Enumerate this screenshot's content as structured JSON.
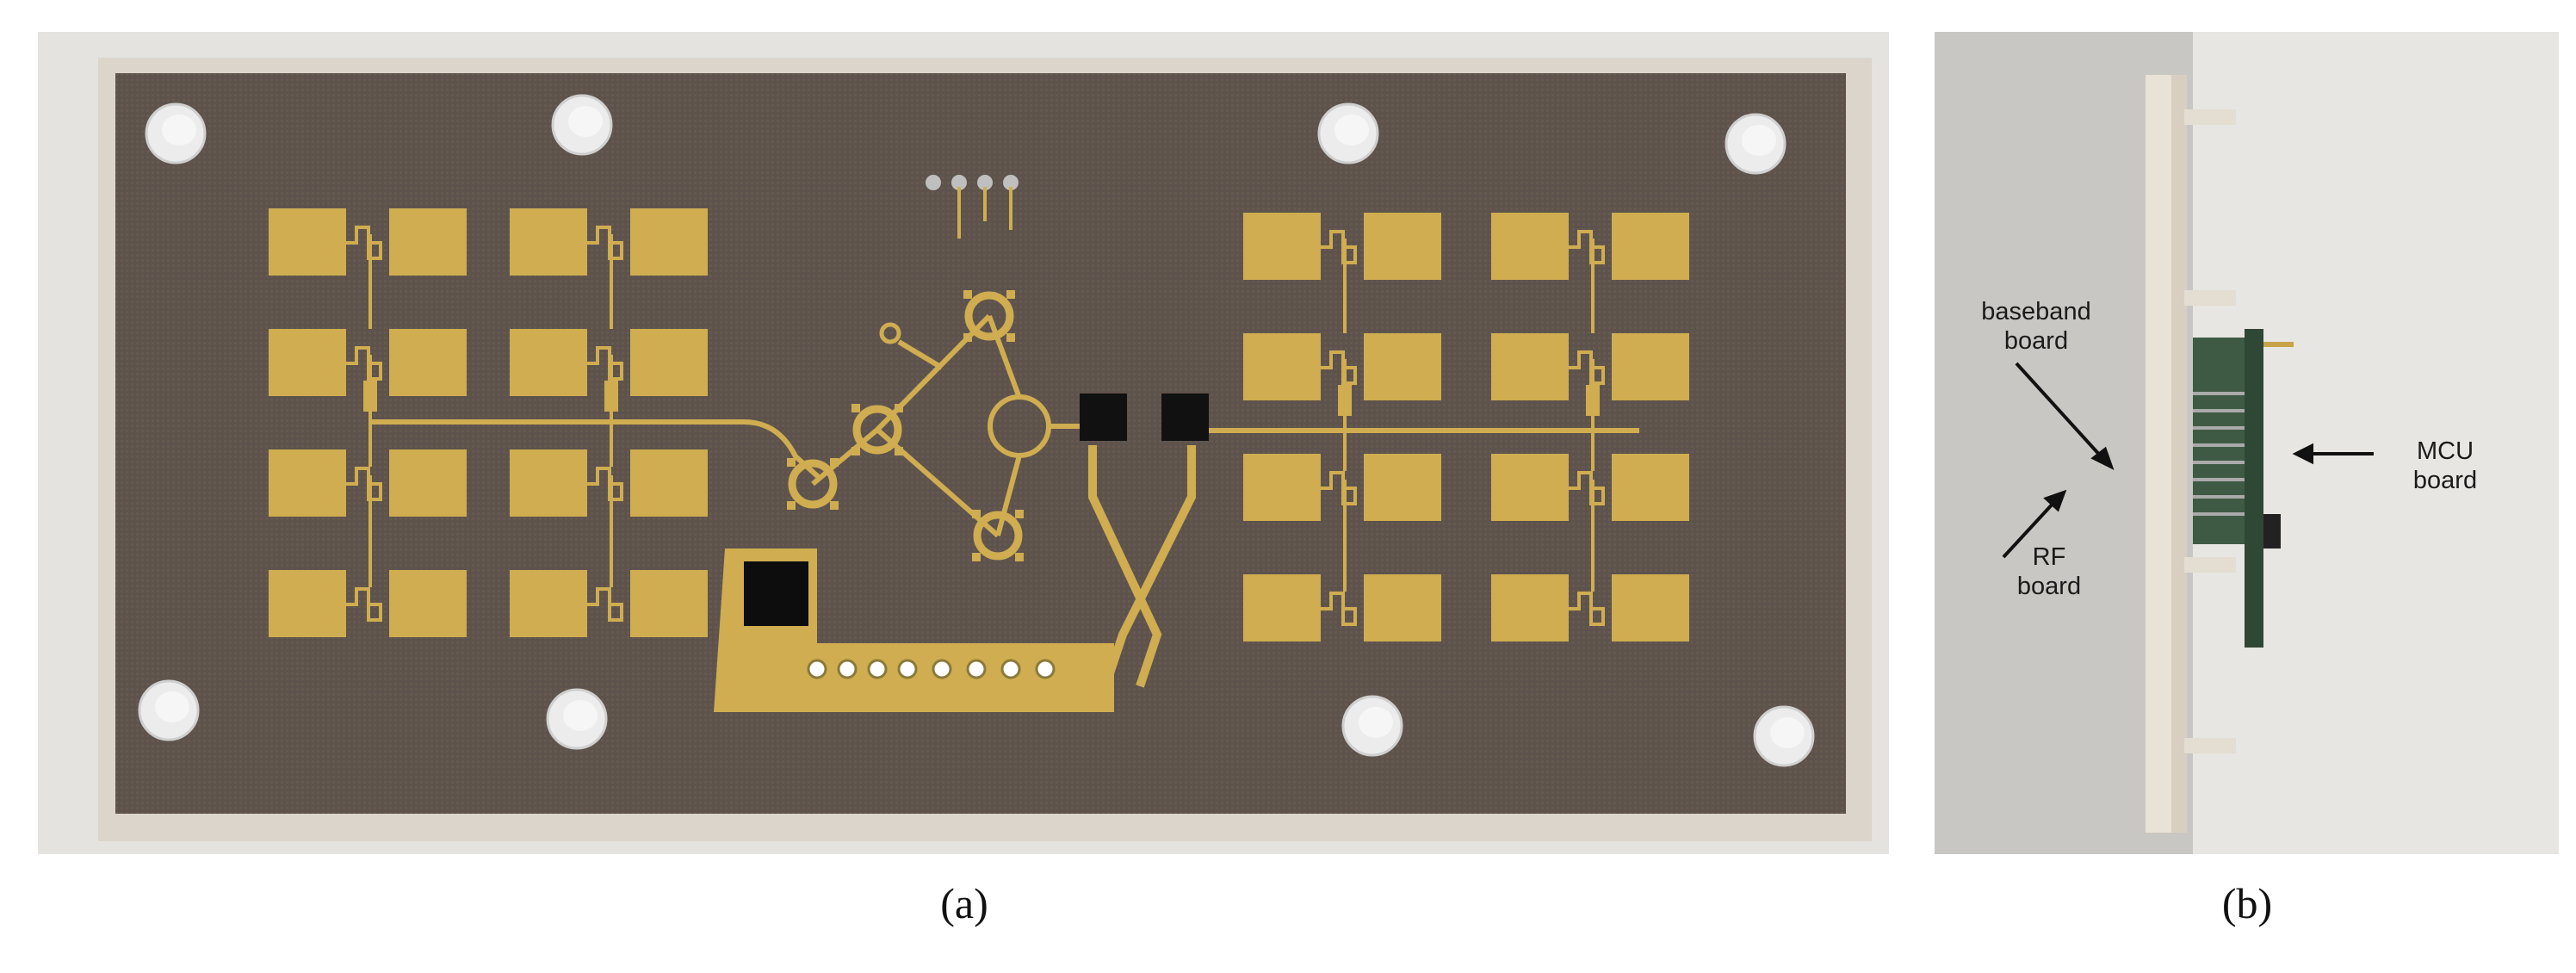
{
  "captions": {
    "a": "(a)",
    "b": "(b)"
  },
  "annotations": {
    "baseband": {
      "line1": "baseband",
      "line2": "board"
    },
    "mcu": {
      "line1": "MCU",
      "line2": "board"
    },
    "rf": {
      "line1": "RF",
      "line2": "board"
    }
  },
  "colors": {
    "substrate": "#5e534c",
    "gold": "#cda94a",
    "background": "#e4e3df"
  }
}
